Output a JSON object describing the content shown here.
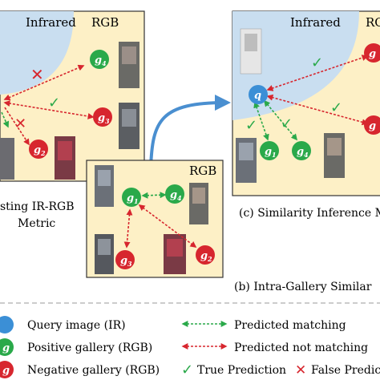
{
  "panel_a": {
    "label_infrared": "Infrared",
    "label_rgb": "RGB",
    "caption_line1": "sting IR-RGB",
    "caption_line2": "Metric"
  },
  "panel_b": {
    "label_rgb": "RGB",
    "caption": "(b) Intra-Gallery Similar"
  },
  "panel_c": {
    "label_infrared": "Infrared",
    "label_rgb": "RGB",
    "caption": "(c) Similarity Inference M"
  },
  "nodes": {
    "q": "q",
    "g": "g",
    "g1_sub": "1",
    "g2_sub": "2",
    "g3_sub": "3",
    "g4_sub": "4"
  },
  "legend": {
    "query": "Query image (IR)",
    "positive": "Positive gallery (RGB)",
    "negative": "Negative gallery (RGB)",
    "predicted_matching": "Predicted matching",
    "predicted_not_matching": "Predicted not matching",
    "true_prediction": "True Prediction",
    "false_prediction": "False Predic"
  },
  "colors": {
    "panel_bg": "#fdf0c6",
    "infrared_bg": "#c9def0",
    "query_node": "#3b8fd6",
    "positive_node": "#2aa94a",
    "negative_node": "#d7262e",
    "match_arrow": "#2aa94a",
    "not_match_arrow": "#d7262e",
    "flow_arrow": "#4a8fd0"
  }
}
